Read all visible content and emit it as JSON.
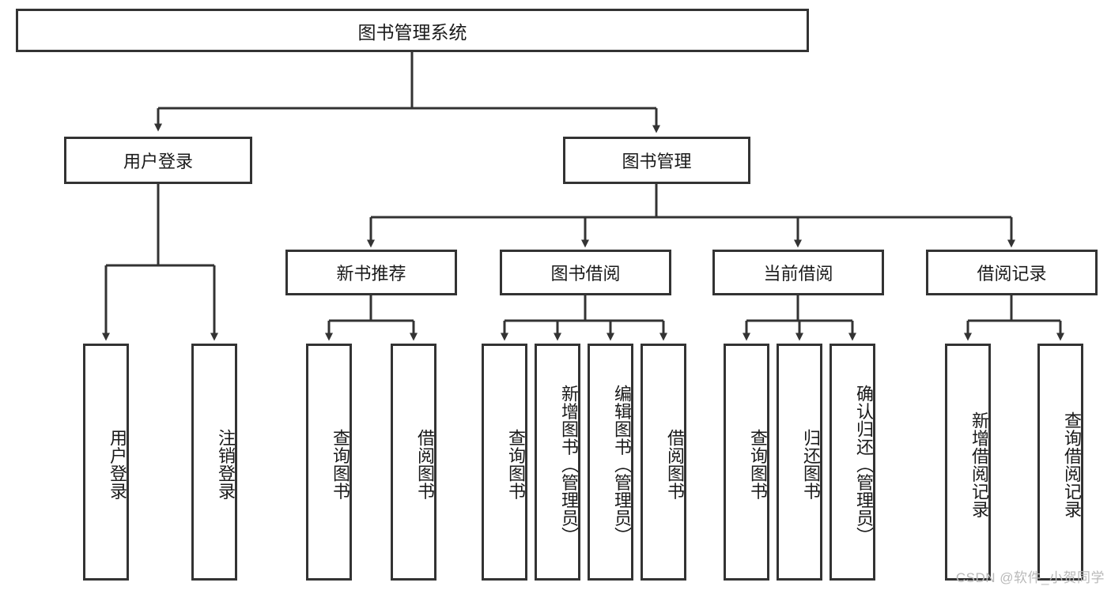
{
  "diagram": {
    "type": "tree-hierarchy-flowchart",
    "title": "图书管理系统",
    "watermark": "CSDN @软件_小贺同学",
    "colors": {
      "box_border": "#333333",
      "box_fill": "#ffffff",
      "connector": "#333333",
      "text": "#1a1a1a",
      "watermark": "#b9b9b9",
      "background": "#ffffff"
    },
    "nodes": {
      "root": {
        "label": "图书管理系统"
      },
      "level1": [
        {
          "id": "user-login",
          "label": "用户登录"
        },
        {
          "id": "book-management",
          "label": "图书管理"
        }
      ],
      "level2": [
        {
          "id": "new-book-recommend",
          "label": "新书推荐"
        },
        {
          "id": "book-borrow",
          "label": "图书借阅"
        },
        {
          "id": "current-borrow",
          "label": "当前借阅"
        },
        {
          "id": "borrow-record",
          "label": "借阅记录"
        }
      ],
      "leaves": {
        "user_login": [
          {
            "id": "leaf-user-login",
            "label": "用户登录"
          },
          {
            "id": "leaf-logout-login",
            "label": "注销登录"
          }
        ],
        "new_book_recommend": [
          {
            "id": "leaf-query-book-1",
            "label": "查询图书"
          },
          {
            "id": "leaf-borrow-book-1",
            "label": "借阅图书"
          }
        ],
        "book_borrow": [
          {
            "id": "leaf-query-book-2",
            "label": "查询图书"
          },
          {
            "id": "leaf-add-book-admin",
            "label": "新增图书（管理员）"
          },
          {
            "id": "leaf-edit-book-admin",
            "label": "编辑图书（管理员）"
          },
          {
            "id": "leaf-borrow-book-2",
            "label": "借阅图书"
          }
        ],
        "current_borrow": [
          {
            "id": "leaf-query-book-3",
            "label": "查询图书"
          },
          {
            "id": "leaf-return-book",
            "label": "归还图书"
          },
          {
            "id": "leaf-confirm-return-admin",
            "label": "确认归还（管理员）"
          }
        ],
        "borrow_record": [
          {
            "id": "leaf-add-borrow-record",
            "label": "新增借阅记录"
          },
          {
            "id": "leaf-query-borrow-record",
            "label": "查询借阅记录"
          }
        ]
      }
    }
  }
}
